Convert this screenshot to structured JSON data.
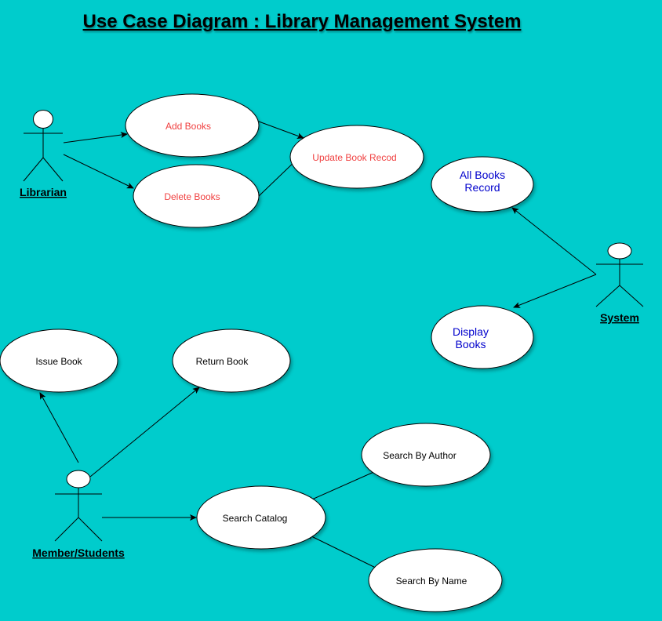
{
  "title": "Use Case Diagram : Library Management System",
  "colors": {
    "background": "#00CCCC",
    "librarian_text": "#F04040",
    "system_text": "#0000CC",
    "member_text": "#000000"
  },
  "actors": {
    "librarian": "Librarian",
    "system": "System",
    "member": "Member/Students"
  },
  "use_cases": {
    "add_books": "Add Books",
    "delete_books": "Delete Books",
    "update_book_record": "Update Book Recod",
    "all_books_record": [
      "All Books",
      "Record"
    ],
    "display_books": [
      "Display",
      "Books"
    ],
    "issue_book": "Issue Book",
    "return_book": "Return Book",
    "search_catalog": "Search Catalog",
    "search_by_author": "Search By Author",
    "search_by_name": "Search By Name"
  }
}
